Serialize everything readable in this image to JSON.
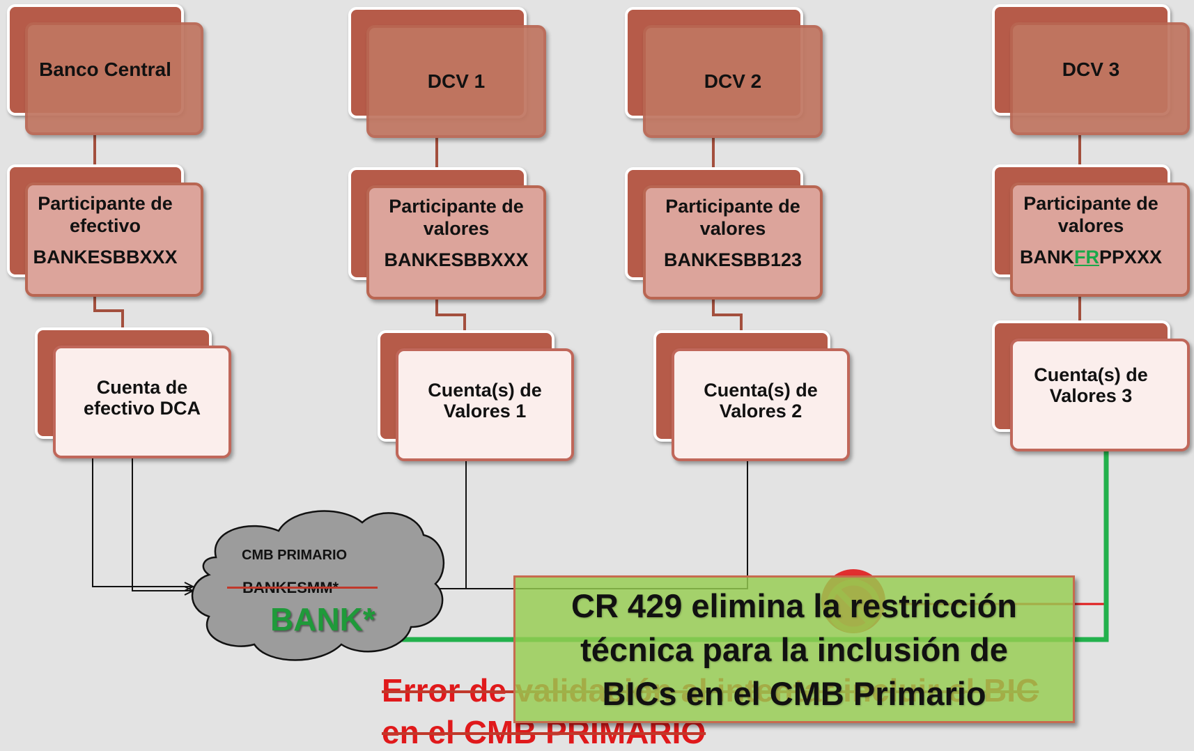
{
  "columns": [
    {
      "top": "Banco Central",
      "mid_lines": [
        "Participante de",
        "efectivo"
      ],
      "bic": "BANKESBBXXX",
      "account_lines": [
        "Cuenta de",
        "efectivo DCA"
      ]
    },
    {
      "top": "DCV 1",
      "mid_lines": [
        "Participante de",
        "valores"
      ],
      "bic": "BANKESBBXXX",
      "account_lines": [
        "Cuenta(s) de",
        "Valores 1"
      ]
    },
    {
      "top": "DCV 2",
      "mid_lines": [
        "Participante de",
        "valores"
      ],
      "bic": "BANKESBB123",
      "account_lines": [
        "Cuenta(s) de",
        "Valores 2"
      ]
    },
    {
      "top": "DCV 3",
      "mid_lines": [
        "Participante de",
        "valores"
      ],
      "bic_prefix": "BANK",
      "bic_highlight": "FR",
      "bic_suffix": "PPXXX",
      "account_lines": [
        "Cuenta(s) de",
        "Valores 3"
      ]
    }
  ],
  "cmb": {
    "title": "CMB PRIMARIO",
    "old_pattern": "BANKESMM*",
    "new_pattern": "BANK*"
  },
  "error_lines": [
    "Error de validación al intentar incluir el BIC",
    "en el CMB PRIMARIO"
  ],
  "callout_lines": [
    "CR 429 elimina la restricción",
    "técnica para la inclusión de",
    "BICs en el CMB Primario"
  ],
  "icons": {
    "no_sign": "prohibited-icon"
  },
  "colors": {
    "box_dark": "#b65b49",
    "box_mid": "#c07661",
    "green": "#1aa84a",
    "red": "#e0191b",
    "callout": "#96cd50"
  }
}
